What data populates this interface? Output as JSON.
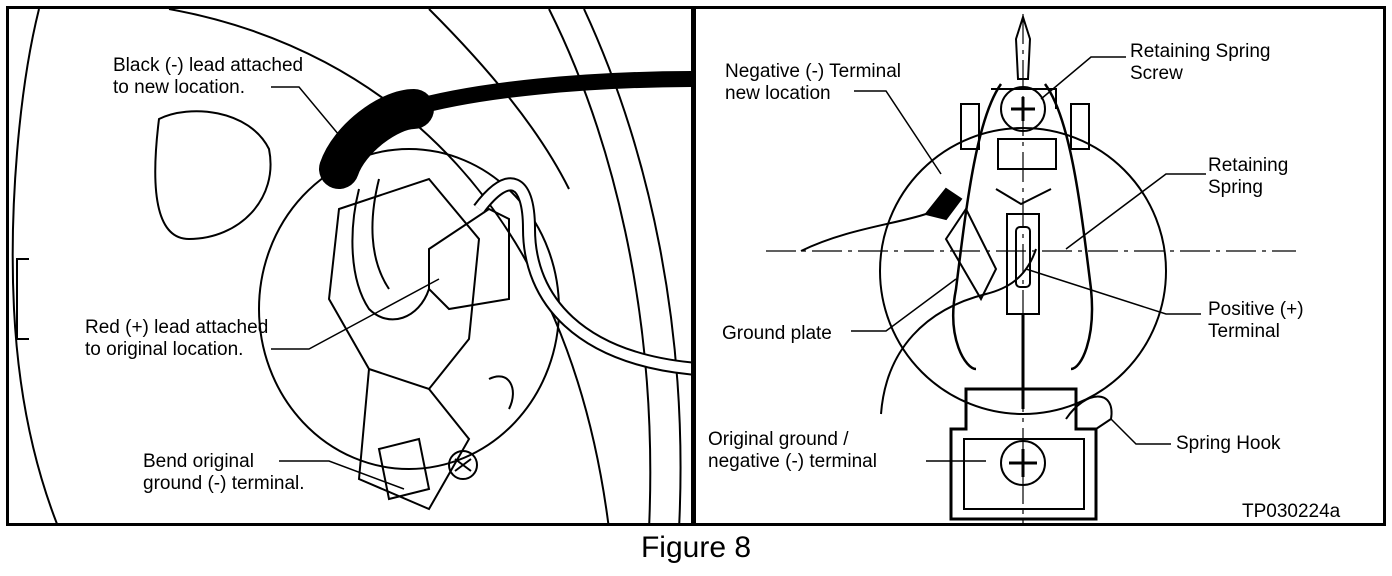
{
  "left_panel": {
    "labels": {
      "black_lead": [
        "Black (-) lead attached",
        "to new location."
      ],
      "red_lead": [
        "Red (+) lead attached",
        "to original location."
      ],
      "bend_terminal": [
        "Bend original",
        "ground (-) terminal."
      ]
    }
  },
  "right_panel": {
    "labels": {
      "neg_terminal": [
        "Negative (-) Terminal",
        "new location"
      ],
      "retaining_spring_screw": [
        "Retaining Spring",
        "Screw"
      ],
      "retaining_spring": [
        "Retaining",
        "Spring"
      ],
      "positive_terminal": [
        "Positive (+)",
        "Terminal"
      ],
      "ground_plate": "Ground plate",
      "original_ground": [
        "Original ground /",
        "negative (-) terminal"
      ],
      "spring_hook": "Spring Hook"
    },
    "code": "TP030224a"
  },
  "caption": "Figure 8"
}
